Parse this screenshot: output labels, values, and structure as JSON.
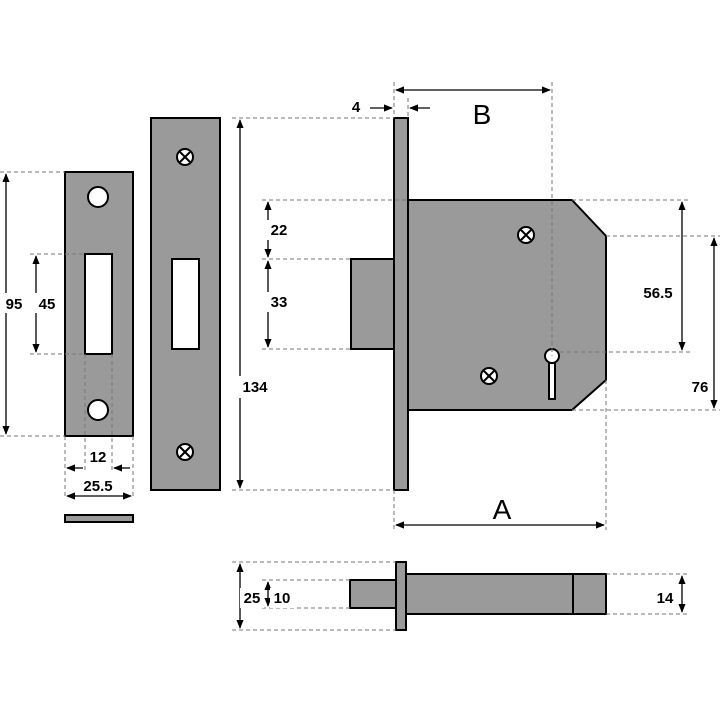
{
  "dimensions": {
    "strike_height": "95",
    "strike_slot_height": "45",
    "slot_width": "12",
    "strike_width": "25.5",
    "case_height": "134",
    "bolt_top_offset": "22",
    "bolt_height": "33",
    "faceplate_thickness": "4",
    "backset_label": "B",
    "case_depth_label": "A",
    "keyhole_to_top": "56.5",
    "case_body_height": "76",
    "bolt_section_height": "25",
    "bolt_section_inner": "10",
    "case_thickness": "14"
  },
  "colors": {
    "metal": "#9a9a9a",
    "line": "#000000",
    "dashed": "#777777",
    "background": "#ffffff"
  }
}
